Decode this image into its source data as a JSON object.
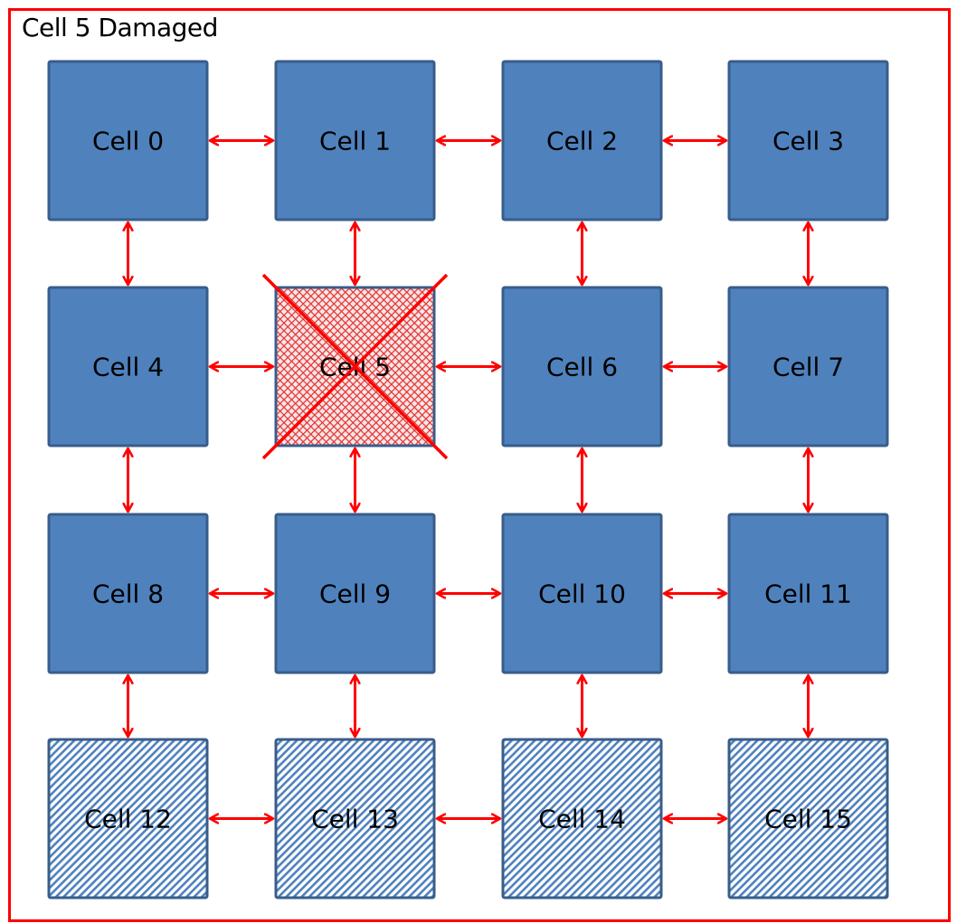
{
  "title": "Cell 5 Damaged",
  "colors": {
    "frame": "#ff0000",
    "cell_fill": "#4f81bd",
    "cell_border": "#385d8a",
    "arrow": "#ff0000",
    "damaged_hatch": "#e03030",
    "spare_hatch": "#4f81bd"
  },
  "grid": {
    "rows": 4,
    "cols": 4
  },
  "cells": [
    {
      "id": 0,
      "label": "Cell 0",
      "state": "normal"
    },
    {
      "id": 1,
      "label": "Cell 1",
      "state": "normal"
    },
    {
      "id": 2,
      "label": "Cell 2",
      "state": "normal"
    },
    {
      "id": 3,
      "label": "Cell 3",
      "state": "normal"
    },
    {
      "id": 4,
      "label": "Cell 4",
      "state": "normal"
    },
    {
      "id": 5,
      "label": "Cell 5",
      "state": "damaged"
    },
    {
      "id": 6,
      "label": "Cell 6",
      "state": "normal"
    },
    {
      "id": 7,
      "label": "Cell 7",
      "state": "normal"
    },
    {
      "id": 8,
      "label": "Cell 8",
      "state": "normal"
    },
    {
      "id": 9,
      "label": "Cell 9",
      "state": "normal"
    },
    {
      "id": 10,
      "label": "Cell 10",
      "state": "normal"
    },
    {
      "id": 11,
      "label": "Cell 11",
      "state": "normal"
    },
    {
      "id": 12,
      "label": "Cell 12",
      "state": "spare"
    },
    {
      "id": 13,
      "label": "Cell 13",
      "state": "spare"
    },
    {
      "id": 14,
      "label": "Cell 14",
      "state": "spare"
    },
    {
      "id": 15,
      "label": "Cell 15",
      "state": "spare"
    }
  ],
  "links": [
    [
      0,
      1
    ],
    [
      1,
      2
    ],
    [
      2,
      3
    ],
    [
      4,
      5
    ],
    [
      5,
      6
    ],
    [
      6,
      7
    ],
    [
      8,
      9
    ],
    [
      9,
      10
    ],
    [
      10,
      11
    ],
    [
      12,
      13
    ],
    [
      13,
      14
    ],
    [
      14,
      15
    ],
    [
      0,
      4
    ],
    [
      4,
      8
    ],
    [
      8,
      12
    ],
    [
      1,
      5
    ],
    [
      5,
      9
    ],
    [
      9,
      13
    ],
    [
      2,
      6
    ],
    [
      6,
      10
    ],
    [
      10,
      14
    ],
    [
      3,
      7
    ],
    [
      7,
      11
    ],
    [
      11,
      15
    ]
  ]
}
